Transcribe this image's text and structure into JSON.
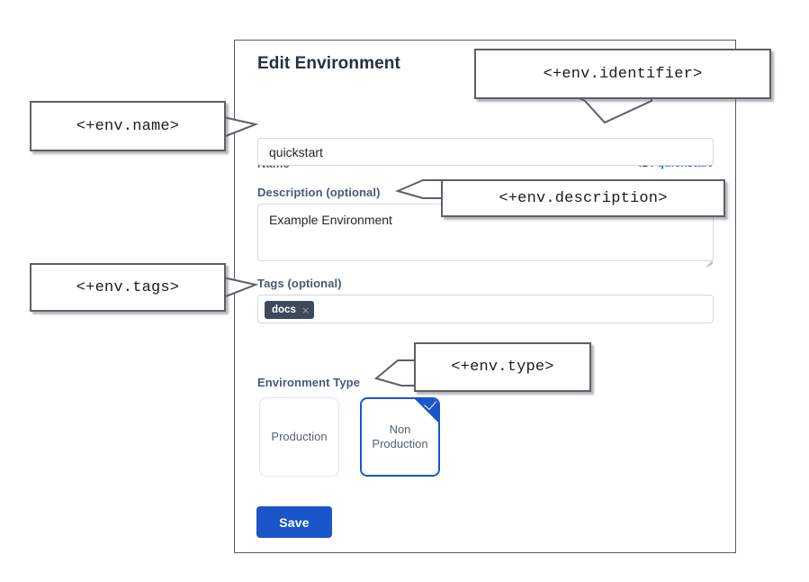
{
  "dialog": {
    "title": "Edit Environment",
    "identifier_prefix": "ID:",
    "identifier_value": "quickstart",
    "fields": {
      "name": {
        "label": "Name",
        "value": "quickstart",
        "placeholder": ""
      },
      "description": {
        "label": "Description (optional)",
        "value": "Example Environment",
        "placeholder": ""
      },
      "tags": {
        "label": "Tags (optional)",
        "placeholder": "",
        "chips": [
          {
            "label": "docs",
            "remove_icon": "×"
          }
        ]
      },
      "environment_type": {
        "label": "Environment Type",
        "options": [
          {
            "label": "Production",
            "selected": false
          },
          {
            "label": "Non\nProduction",
            "line1": "Non",
            "line2": "Production",
            "selected": true
          }
        ],
        "selected_value": "Non Production",
        "selected_check_icon": "check-icon"
      }
    },
    "save_label": "Save"
  },
  "annotations": [
    {
      "id": "name",
      "text": "<+env.name>"
    },
    {
      "id": "identifier",
      "text": "<+env.identifier>"
    },
    {
      "id": "description",
      "text": "<+env.description>"
    },
    {
      "id": "tags",
      "text": "<+env.tags>"
    },
    {
      "id": "type",
      "text": "<+env.type>"
    }
  ],
  "colors": {
    "accent_blue": "#1a56c9",
    "link_blue": "#1a6fd4",
    "label_slate": "#4a5a70",
    "chip_dark": "#3d4a5c",
    "panel_border": "#555b62",
    "callout_border": "#5c6066"
  }
}
